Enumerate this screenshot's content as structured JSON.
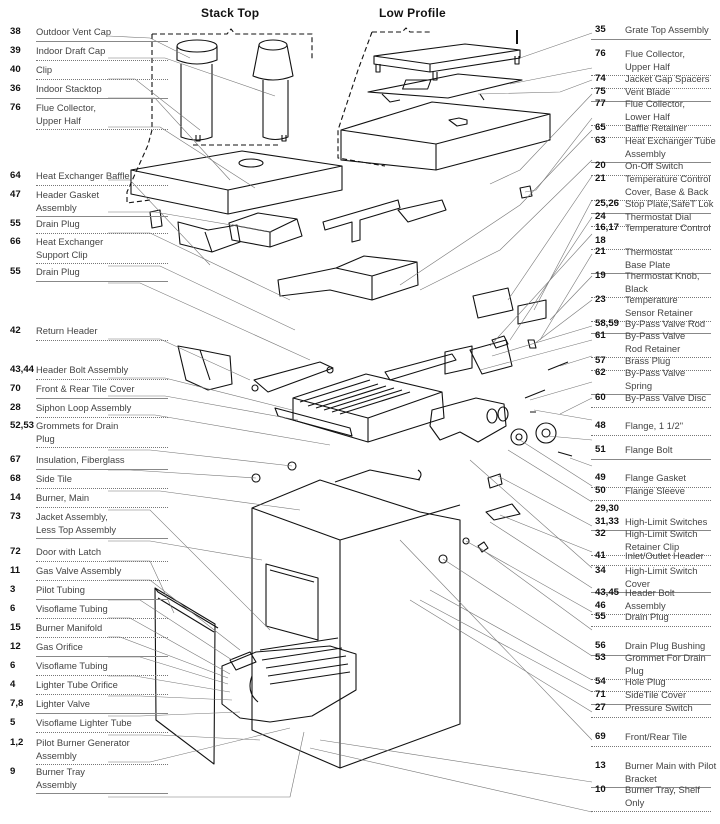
{
  "titles": {
    "stack_top": "Stack Top",
    "low_profile": "Low Profile"
  },
  "left_callouts": [
    {
      "num": "38",
      "label": "Outdoor Vent Cap"
    },
    {
      "num": "39",
      "label": "Indoor Draft Cap"
    },
    {
      "num": "40",
      "label": "Clip"
    },
    {
      "num": "36",
      "label": "Indoor Stacktop"
    },
    {
      "num": "76",
      "label": "Flue Collector,\nUpper Half"
    },
    {
      "num": "64",
      "label": "Heat Exchanger Baffle"
    },
    {
      "num": "47",
      "label": "Header Gasket\nAssembly"
    },
    {
      "num": "55",
      "label": "Drain Plug"
    },
    {
      "num": "66",
      "label": "Heat Exchanger\nSupport Clip"
    },
    {
      "num": "55",
      "label": "Drain Plug"
    },
    {
      "num": "42",
      "label": "Return Header"
    },
    {
      "num": "43,44",
      "label": "Header Bolt Assembly"
    },
    {
      "num": "70",
      "label": "Front & Rear Tile Cover"
    },
    {
      "num": "28",
      "label": "Siphon Loop Assembly"
    },
    {
      "num": "52,53",
      "label": "Grommets for Drain\nPlug"
    },
    {
      "num": "67",
      "label": "Insulation, Fiberglass"
    },
    {
      "num": "68",
      "label": "Side Tile"
    },
    {
      "num": "14",
      "label": "Burner, Main"
    },
    {
      "num": "73",
      "label": "Jacket Assembly,\nLess Top Assembly"
    },
    {
      "num": "72",
      "label": "Door with Latch"
    },
    {
      "num": "11",
      "label": "Gas Valve Assembly"
    },
    {
      "num": "3",
      "label": "Pilot Tubing"
    },
    {
      "num": "6",
      "label": "Visoflame Tubing"
    },
    {
      "num": "15",
      "label": "Burner Manifold"
    },
    {
      "num": "12",
      "label": "Gas Orifice"
    },
    {
      "num": "6",
      "label": "Visoflame Tubing"
    },
    {
      "num": "4",
      "label": "Lighter Tube Orifice"
    },
    {
      "num": "7,8",
      "label": "Lighter Valve"
    },
    {
      "num": "5",
      "label": "Visoflame Lighter Tube"
    },
    {
      "num": "1,2",
      "label": "Pilot Burner Generator\nAssembly"
    },
    {
      "num": "9",
      "label": "Burner Tray\nAssembly"
    }
  ],
  "right_callouts": [
    {
      "num": "35",
      "label": "Grate Top Assembly"
    },
    {
      "num": "76",
      "label": "Flue Collector,\nUpper Half"
    },
    {
      "num": "74",
      "label": "Jacket Gap Spacers"
    },
    {
      "num": "75",
      "label": "Vent Blade"
    },
    {
      "num": "77",
      "label": "Flue Collector,\nLower Half"
    },
    {
      "num": "65",
      "label": "Baffle Retainer"
    },
    {
      "num": "63",
      "label": "Heat Exchanger Tube\nAssembly"
    },
    {
      "num": "20",
      "label": "On-Off Switch"
    },
    {
      "num": "21",
      "label": "Temperature Control\nCover, Base & Back"
    },
    {
      "num": "25,26",
      "label": "Stop Plate,SafeT Lok"
    },
    {
      "num": "24",
      "label": "Thermostat Dial"
    },
    {
      "num": "16,17\n18",
      "label": "Temperature Control"
    },
    {
      "num": "21",
      "label": "Thermostat\nBase Plate"
    },
    {
      "num": "19",
      "label": "Thermostat Knob,\nBlack"
    },
    {
      "num": "23",
      "label": "Temperature\nSensor Retainer"
    },
    {
      "num": "58,59",
      "label": "By-Pass Valve Rod"
    },
    {
      "num": "61",
      "label": "By-Pass Valve\nRod Retainer"
    },
    {
      "num": "57",
      "label": "Brass Plug"
    },
    {
      "num": "62",
      "label": "By-Pass Valve\nSpring"
    },
    {
      "num": "60",
      "label": "By-Pass Valve Disc"
    },
    {
      "num": "48",
      "label": "Flange, 1 1/2\""
    },
    {
      "num": "51",
      "label": "Flange Bolt"
    },
    {
      "num": "49",
      "label": "Flange Gasket"
    },
    {
      "num": "50",
      "label": "Flange Sleeve"
    },
    {
      "num": "29,30\n31,33",
      "label": "\nHigh-Limit Switches"
    },
    {
      "num": "32",
      "label": "High-Limit Switch\nRetainer Clip"
    },
    {
      "num": "41",
      "label": "Inlet/Outlet Header"
    },
    {
      "num": "34",
      "label": "High-Limit Switch\nCover"
    },
    {
      "num": "43,45\n46",
      "label": "Header Bolt\nAssembly"
    },
    {
      "num": "55",
      "label": "Drain Plug"
    },
    {
      "num": "56",
      "label": "Drain Plug Bushing"
    },
    {
      "num": "53",
      "label": "Grommet For Drain\nPlug"
    },
    {
      "num": "54",
      "label": "Hole Plug"
    },
    {
      "num": "71",
      "label": "SideTile Cover"
    },
    {
      "num": "27",
      "label": "Pressure Switch"
    },
    {
      "num": "69",
      "label": "Front/Rear Tile"
    },
    {
      "num": "13",
      "label": "Burner Main with Pilot\nBracket"
    },
    {
      "num": "10",
      "label": "Burner Tray, Shelf\nOnly"
    }
  ]
}
